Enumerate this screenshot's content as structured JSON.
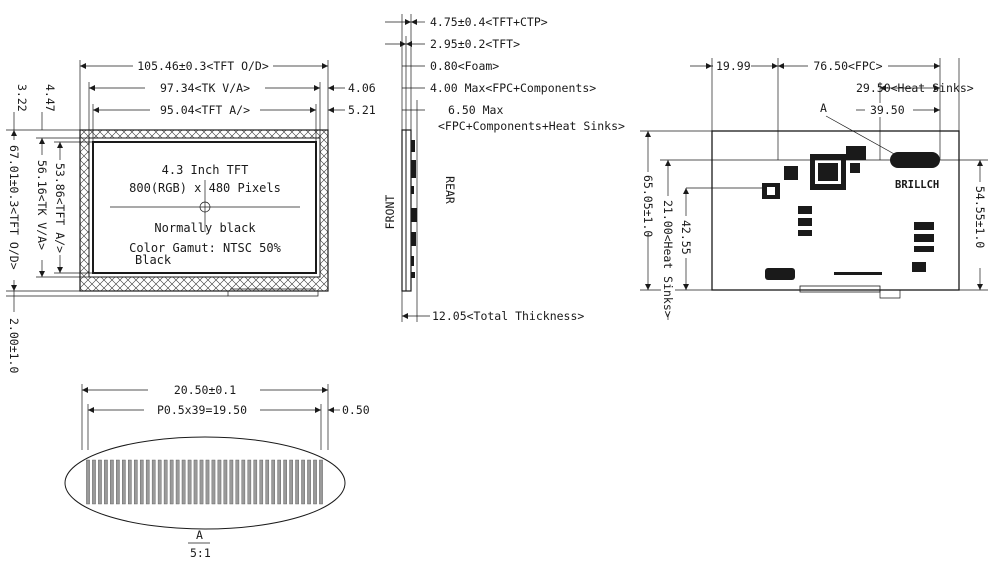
{
  "front_view": {
    "tft_od_width": "105.46±0.3<TFT O/D>",
    "tk_va_width": "97.34<TK V/A>",
    "tft_aa_width": "95.04<TFT A/>",
    "left_offset_1": "4.47",
    "left_offset_2": "3.22",
    "right_offset_1": "4.06",
    "right_offset_2": "5.21",
    "tft_od_height": "67.01±0.3<TFT O/D>",
    "tk_va_height": "56.16<TK V/A>",
    "tft_aa_height": "53.86<TFT A/>",
    "bottom_offset": "2.00±1.0",
    "panel_text": {
      "line1": "4.3 Inch TFT",
      "line2": "800(RGB) x 480 Pixels",
      "line3": "Normally black",
      "line4": "Color Gamut: NTSC 50%",
      "line5": "Black"
    }
  },
  "side_view": {
    "label_front": "FRONT",
    "label_rear": "REAR",
    "dim_tft_ctp": "4.75±0.4<TFT+CTP>",
    "dim_tft": "2.95±0.2<TFT>",
    "dim_foam": "0.80<Foam>",
    "dim_fpc_comp": "4.00 Max<FPC+Components>",
    "dim_heat_max": "6.50 Max",
    "dim_heat_desc": "<FPC+Components+Heat Sinks>",
    "dim_total": "12.05<Total Thickness>"
  },
  "rear_view": {
    "dim_left": "19.99",
    "dim_fpc": "76.50<FPC>",
    "dim_heat_w": "29.50<Heat Sinks>",
    "dim_heat_x": "39.50",
    "detail_marker": "A",
    "dim_height": "65.05±1.0",
    "dim_heat_h": "21.00<Heat Sinks>",
    "dim_42": "42.55",
    "dim_right_h": "54.55±1.0",
    "brand_mark": "BRILLCH"
  },
  "detail_view": {
    "dim_total_width": "20.50±0.1",
    "dim_pitch": "P0.5x39=19.50",
    "dim_gap": "0.50",
    "label_letter": "A",
    "label_scale": "5:1",
    "pin_count": 40
  }
}
